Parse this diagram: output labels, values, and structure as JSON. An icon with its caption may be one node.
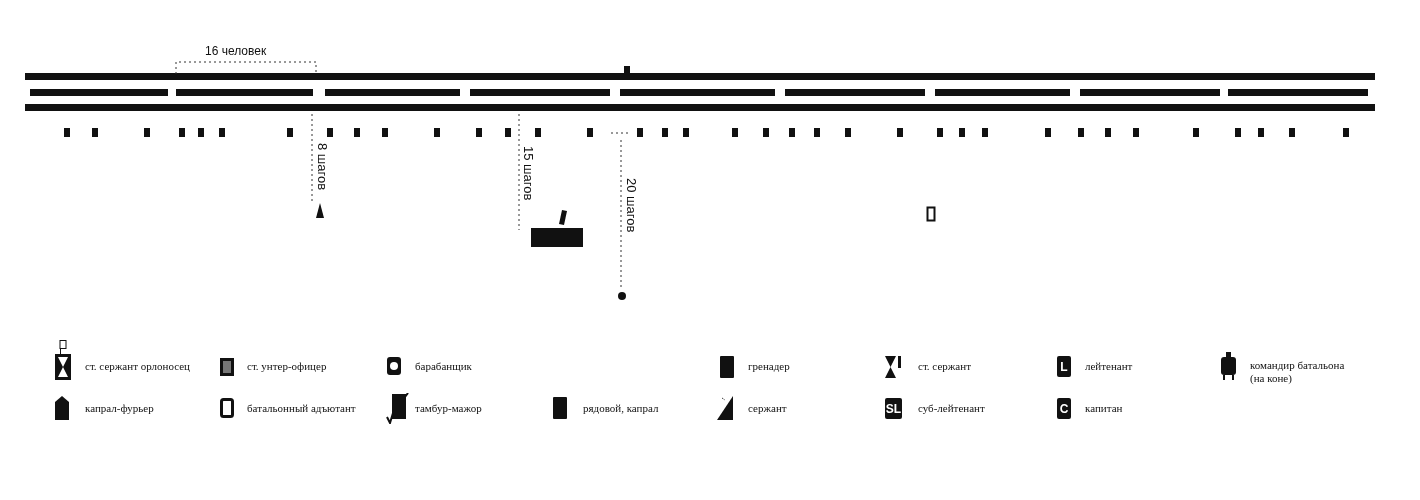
{
  "diagram": {
    "labels": [
      "16 человек",
      "8 шагов",
      "15 шагов",
      "20 шагов",
      "L",
      "SL",
      "C"
    ],
    "legend": [
      {
        "text": "ст. сержант орлоносец"
      },
      {
        "text": "ст. унтер-офицер"
      },
      {
        "text": "барабанщик"
      },
      {
        "text": "гренадер"
      },
      {
        "text": "ст. сержант"
      },
      {
        "text": "лейтенант"
      },
      {
        "text": "командир батальона (на коне)"
      },
      {
        "text": "капрал-фурьер"
      },
      {
        "text": "батальонный адъютант"
      },
      {
        "text": "тамбур-мажор"
      },
      {
        "text": "рядовой, капрал"
      },
      {
        "text": "сержант"
      },
      {
        "text": "суб-лейтенант"
      },
      {
        "text": "капитан"
      }
    ]
  }
}
